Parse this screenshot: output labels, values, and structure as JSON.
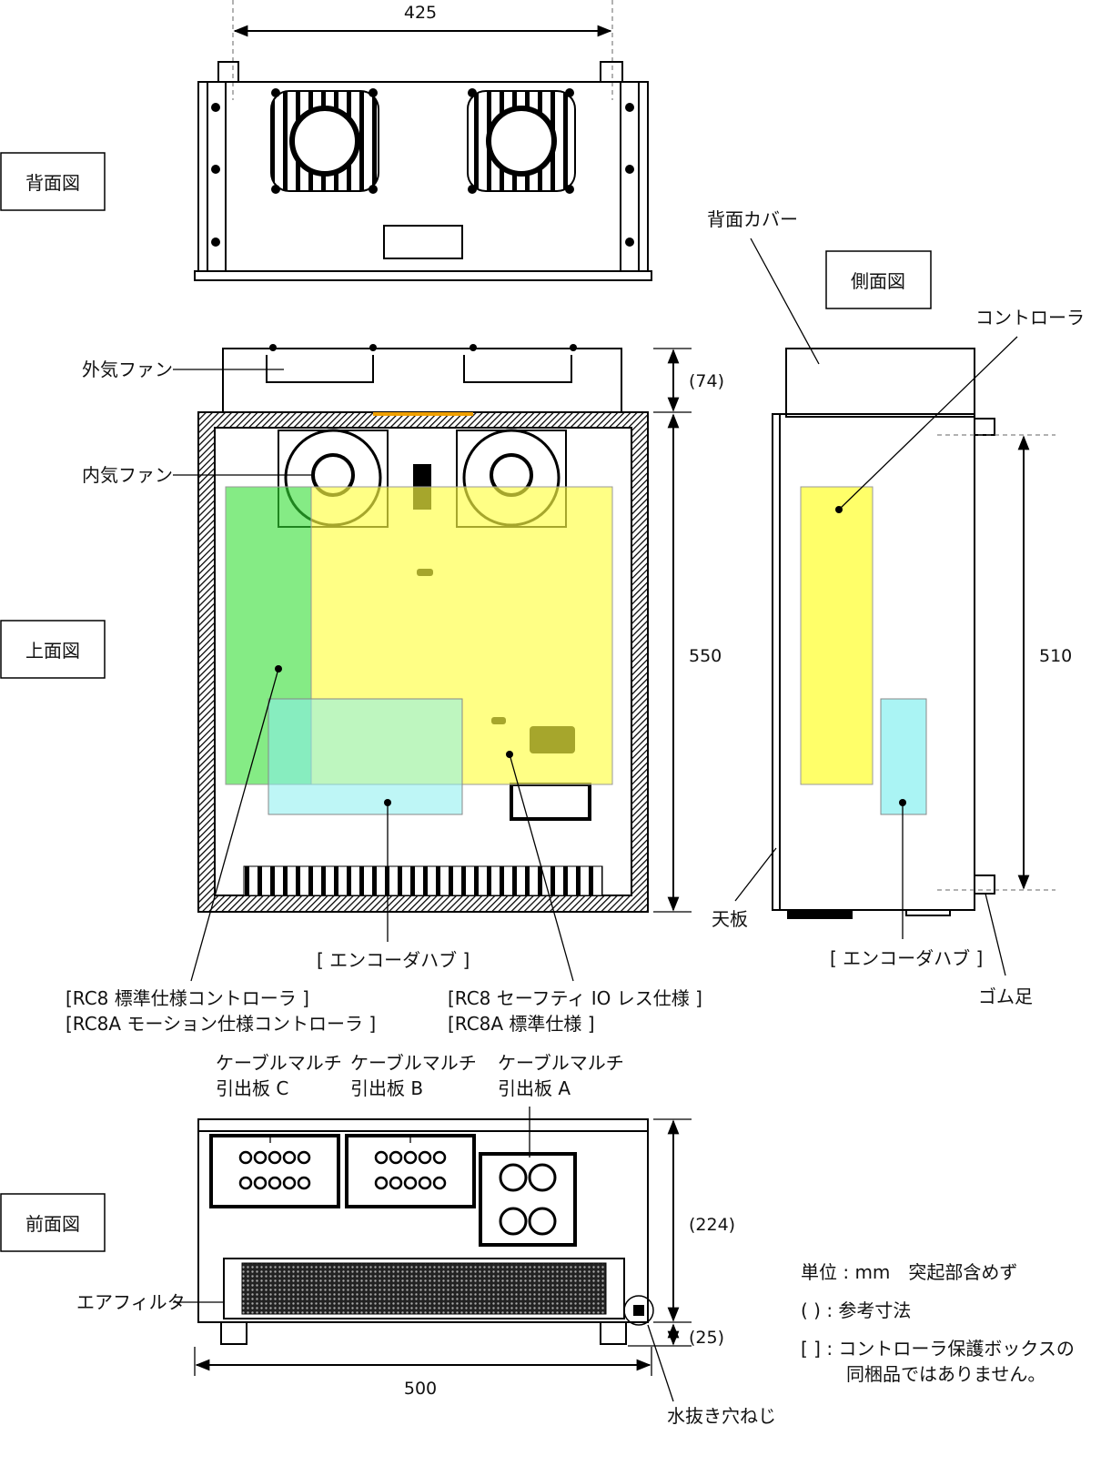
{
  "view_labels": {
    "back": "背面図",
    "top": "上面図",
    "side": "側面図",
    "front": "前面図"
  },
  "dimensions": {
    "width_back": "425",
    "fan_cover": "(74)",
    "depth_top": "550",
    "side_height": "510",
    "front_height": "(224)",
    "foot_height": "(25)",
    "width_front": "500"
  },
  "callouts": {
    "outer_fan": "外気ファン",
    "inner_fan": "内気ファン",
    "back_cover": "背面カバー",
    "controller": "コントローラ",
    "top_plate": "天板",
    "rubber_foot": "ゴム足",
    "encoder_hub_top": "[ エンコーダハブ ]",
    "encoder_hub_side": "[ エンコーダハブ ]",
    "controller_left_1": "[RC8 標準仕様コントローラ ]",
    "controller_left_2": "[RC8A モーション仕様コントローラ ]",
    "controller_right_1": "[RC8 セーフティ IO レス仕様 ]",
    "controller_right_2": "[RC8A 標準仕様 ]",
    "cable_c_1": "ケーブルマルチ",
    "cable_c_2": "引出板 C",
    "cable_b_1": "ケーブルマルチ",
    "cable_b_2": "引出板 B",
    "cable_a_1": "ケーブルマルチ",
    "cable_a_2": "引出板 A",
    "air_filter": "エアフィルタ",
    "drain_screw": "水抜き穴ねじ"
  },
  "notes": {
    "unit": "単位 : mm　突起部含めず",
    "reference": "( ) : 参考寸法",
    "bracket_1": "[ ] : コントローラ保護ボックスの",
    "bracket_2": "同梱品ではありません。"
  },
  "colors": {
    "controller_yellow": "#ffff66",
    "controller_green": "#66e066",
    "encoder_cyan": "#aaf4f4",
    "accent_orange": "#f0a000"
  }
}
